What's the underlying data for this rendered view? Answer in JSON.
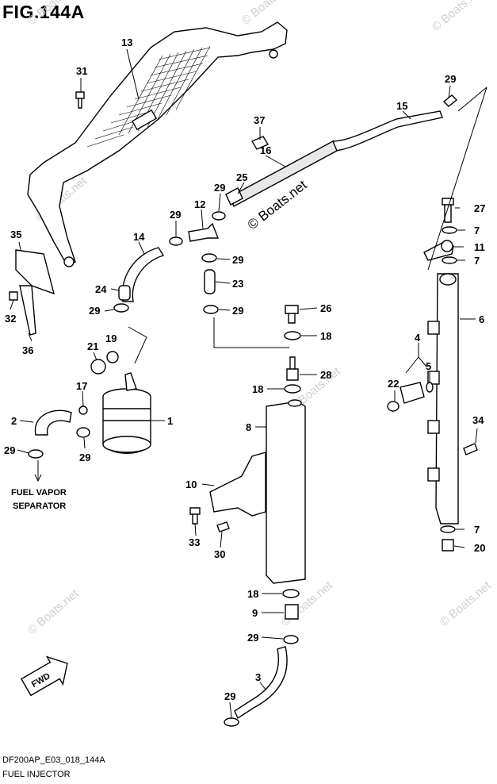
{
  "header": {
    "figure_title": "FIG.144A"
  },
  "footer": {
    "code": "DF200AP_E03_018_144A",
    "caption": "FUEL INJECTOR"
  },
  "watermark": {
    "text": "© Boats.net",
    "center_text": "© Boats.net"
  },
  "labels": {
    "fuel_vapor_line1": "FUEL VAPOR",
    "fuel_vapor_line2": "SEPARATOR",
    "fwd": "FWD"
  },
  "callouts": [
    {
      "id": "c13",
      "text": "13"
    },
    {
      "id": "c31",
      "text": "31"
    },
    {
      "id": "c29a",
      "text": "29"
    },
    {
      "id": "c15",
      "text": "15"
    },
    {
      "id": "c37",
      "text": "37"
    },
    {
      "id": "c16",
      "text": "16"
    },
    {
      "id": "c25",
      "text": "25"
    },
    {
      "id": "c29b",
      "text": "29"
    },
    {
      "id": "c12",
      "text": "12"
    },
    {
      "id": "c29c",
      "text": "29"
    },
    {
      "id": "c27",
      "text": "27"
    },
    {
      "id": "c7a",
      "text": "7"
    },
    {
      "id": "c11",
      "text": "11"
    },
    {
      "id": "c7b",
      "text": "7"
    },
    {
      "id": "c35",
      "text": "35"
    },
    {
      "id": "c14",
      "text": "14"
    },
    {
      "id": "c29d",
      "text": "29"
    },
    {
      "id": "c23",
      "text": "23"
    },
    {
      "id": "c24",
      "text": "24"
    },
    {
      "id": "c32",
      "text": "32"
    },
    {
      "id": "c29e",
      "text": "29"
    },
    {
      "id": "c29f",
      "text": "29"
    },
    {
      "id": "c26",
      "text": "26"
    },
    {
      "id": "c6",
      "text": "6"
    },
    {
      "id": "c18a",
      "text": "18"
    },
    {
      "id": "c21",
      "text": "21"
    },
    {
      "id": "c19",
      "text": "19"
    },
    {
      "id": "c36",
      "text": "36"
    },
    {
      "id": "c4",
      "text": "4"
    },
    {
      "id": "c28",
      "text": "28"
    },
    {
      "id": "c5",
      "text": "5"
    },
    {
      "id": "c18b",
      "text": "18"
    },
    {
      "id": "c17",
      "text": "17"
    },
    {
      "id": "c22",
      "text": "22"
    },
    {
      "id": "c2",
      "text": "2"
    },
    {
      "id": "c1",
      "text": "1"
    },
    {
      "id": "c8",
      "text": "8"
    },
    {
      "id": "c34",
      "text": "34"
    },
    {
      "id": "c29g",
      "text": "29"
    },
    {
      "id": "c29h",
      "text": "29"
    },
    {
      "id": "c10",
      "text": "10"
    },
    {
      "id": "c7c",
      "text": "7"
    },
    {
      "id": "c33",
      "text": "33"
    },
    {
      "id": "c30",
      "text": "30"
    },
    {
      "id": "c20",
      "text": "20"
    },
    {
      "id": "c18c",
      "text": "18"
    },
    {
      "id": "c9",
      "text": "9"
    },
    {
      "id": "c29i",
      "text": "29"
    },
    {
      "id": "c3",
      "text": "3"
    },
    {
      "id": "c29j",
      "text": "29"
    }
  ]
}
